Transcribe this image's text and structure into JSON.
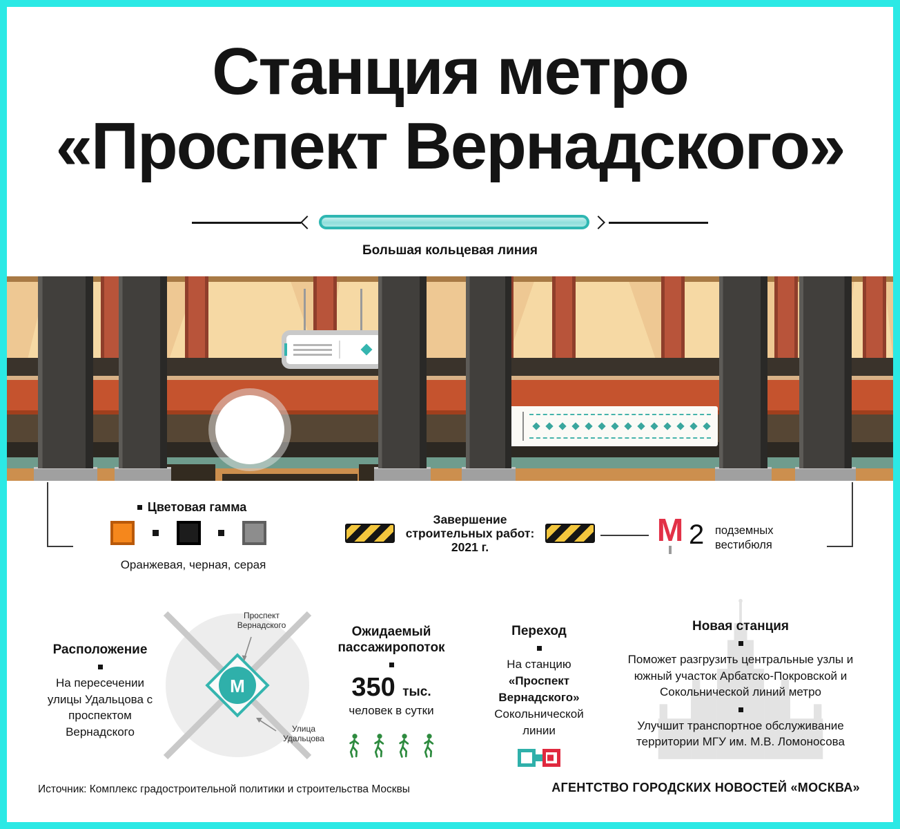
{
  "colors": {
    "frame_cyan": "#2BE9E5",
    "teal_accent": "#35B5AF",
    "metro_red": "#E23147",
    "rust_band": "#C5532E",
    "swatch_orange": "#F5871C",
    "swatch_black": "#1C1C1C",
    "swatch_gray": "#8D8D8D",
    "pedestrian_green": "#2E8B3F"
  },
  "header": {
    "title_line1": "Станция метро",
    "title_line2": "«Проспект Вернадского»",
    "line_label": "Большая кольцевая линия"
  },
  "legend": {
    "palette": {
      "title": "Цветовая гамма",
      "caption": "Оранжевая, черная, серая"
    },
    "completion": {
      "line1": "Завершение",
      "line2": "строительных работ:",
      "line3": "2021 г."
    },
    "vestibules": {
      "metro_letter": "М",
      "count": "2",
      "label_line1": "подземных",
      "label_line2": "вестибюля"
    }
  },
  "info": {
    "location": {
      "title": "Расположение",
      "text": "На пересечении улицы Удальцова с проспектом Вернадского"
    },
    "map": {
      "metro_letter": "М",
      "label_top": "Проспект Вернадского",
      "label_bottom": "Улица Удальцова"
    },
    "traffic": {
      "title_line1": "Ожидаемый",
      "title_line2": "пассажиропоток",
      "value": "350",
      "unit": "тыс.",
      "caption": "человек в сутки"
    },
    "transfer": {
      "title": "Переход",
      "line1": "На станцию",
      "bold_line1": "«Проспект",
      "bold_line2": "Вернадского»",
      "line2": "Сокольнической",
      "line3": "линии"
    },
    "new_station": {
      "title": "Новая станция",
      "paragraph1": "Поможет разгрузить центральные узлы и южный участок Арбатско-Покровской и Сокольнической линий метро",
      "paragraph2": "Улучшит транспортное обслуживание территории МГУ им. М.В. Ломоносова"
    }
  },
  "footer": {
    "source": "Источник: Комплекс градостроительной политики и строительства Москвы",
    "agency": "АГЕНТСТВО ГОРОДСКИХ НОВОСТЕЙ «МОСКВА»"
  }
}
